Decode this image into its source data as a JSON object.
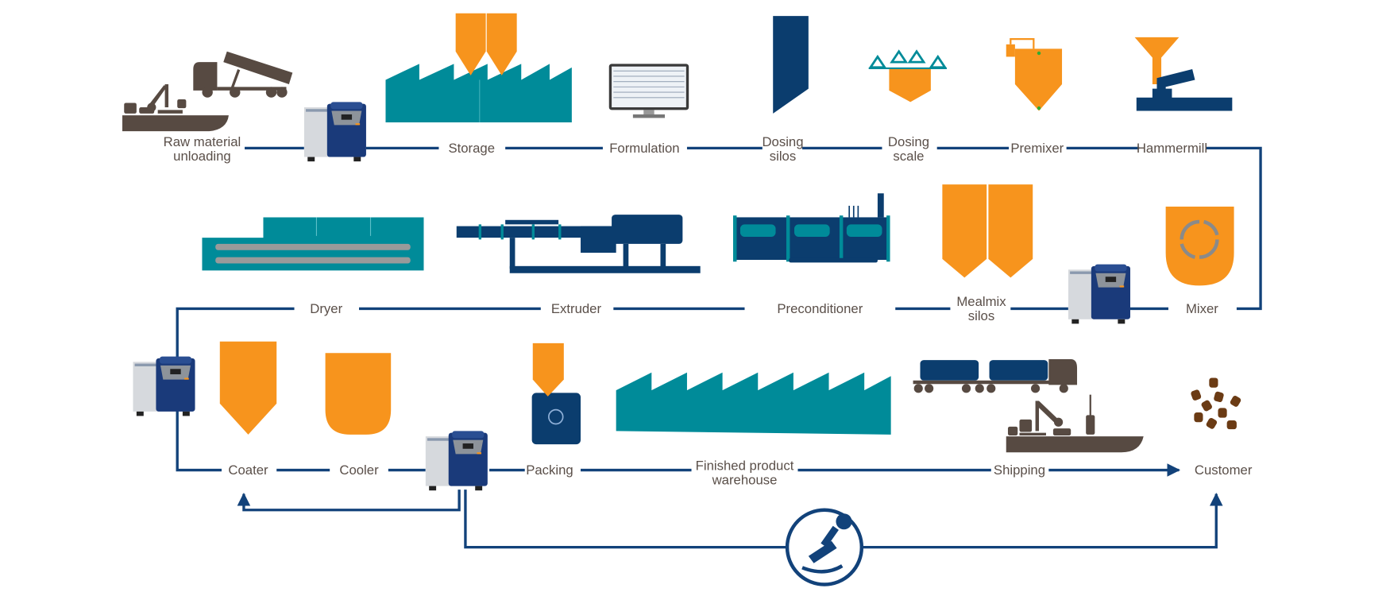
{
  "colors": {
    "orange": "#F7941D",
    "teal": "#008B99",
    "navy": "#0B3D6E",
    "brown": "#574A42",
    "flow_line": "#12427A"
  },
  "row1": {
    "raw_material": [
      "Raw material",
      "unloading"
    ],
    "storage": "Storage",
    "formulation": "Formulation",
    "dosing_silos": [
      "Dosing",
      "silos"
    ],
    "dosing_scale": [
      "Dosing",
      "scale"
    ],
    "premixer": "Premixer",
    "hammermill": "Hammermill"
  },
  "row2": {
    "mixer": "Mixer",
    "mealmix_silos": [
      "Mealmix",
      "silos"
    ],
    "preconditioner": "Preconditioner",
    "extruder": "Extruder",
    "dryer": "Dryer"
  },
  "row3": {
    "coater": "Coater",
    "cooler": "Cooler",
    "packing": "Packing",
    "warehouse": [
      "Finished product",
      "warehouse"
    ],
    "shipping": "Shipping",
    "customer": "Customer"
  },
  "icons": [
    "ship-truck-icon",
    "analyzer-icon",
    "factory-silo-icon",
    "monitor-icon",
    "silo-icon",
    "scale-icon",
    "premixer-icon",
    "hammermill-icon",
    "mixer-icon",
    "dryer-icon",
    "extruder-icon",
    "preconditioner-icon",
    "coater-icon",
    "cooler-icon",
    "packing-icon",
    "warehouse-icon",
    "transport-icon",
    "kibble-icon",
    "stamp-icon"
  ]
}
